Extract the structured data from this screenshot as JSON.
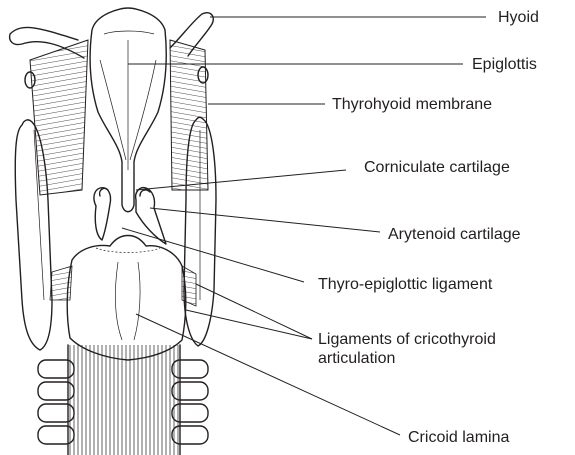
{
  "labels": {
    "hyoid": "Hyoid",
    "epiglottis": "Epiglottis",
    "thyrohyoid_membrane": "Thyrohyoid membrane",
    "corniculate_cartilage": "Corniculate cartilage",
    "arytenoid_cartilage": "Arytenoid cartilage",
    "thyro_epiglottic_ligament": "Thyro-epiglottic ligament",
    "ligaments_line1": "Ligaments of cricothyroid",
    "ligaments_line2": "articulation",
    "cricoid_lamina": "Cricoid lamina"
  },
  "colors": {
    "ink": "#231f20",
    "background": "#ffffff"
  }
}
